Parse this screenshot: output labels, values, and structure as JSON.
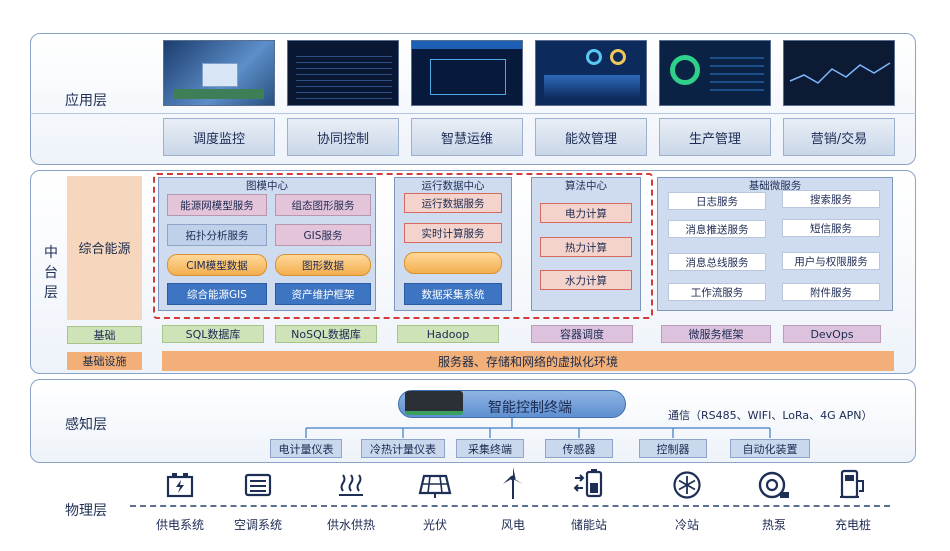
{
  "layers": {
    "app": "应用层",
    "middle": "中台层",
    "middle_lines": [
      "中",
      "台",
      "层"
    ],
    "sensing": "感知层",
    "physical": "物理层"
  },
  "apps": [
    "调度监控",
    "协同控制",
    "智慧运维",
    "能效管理",
    "生产管理",
    "营销/交易"
  ],
  "middle": {
    "section_label": "综合能源",
    "tuomo": {
      "title": "图模中心",
      "items": [
        "能源网模型服务",
        "组态图形服务",
        "拓扑分析服务",
        "GIS服务",
        "CIM模型数据",
        "图形数据",
        "综合能源GIS",
        "资产维护框架"
      ]
    },
    "runtime": {
      "title": "运行数据中心",
      "items": [
        "运行数据服务",
        "实时计算服务",
        "",
        "数据采集系统"
      ]
    },
    "algo": {
      "title": "算法中心",
      "items": [
        "电力计算",
        "热力计算",
        "水力计算"
      ]
    },
    "micro": {
      "title": "基础微服务",
      "items": [
        "日志服务",
        "搜索服务",
        "消息推送服务",
        "短信服务",
        "消息总线服务",
        "用户与权限服务",
        "工作流服务",
        "附件服务"
      ]
    },
    "base_label": "基础",
    "base_items": [
      "SQL数据库",
      "NoSQL数据库",
      "Hadoop",
      "容器调度",
      "微服务框架",
      "DevOps"
    ],
    "infra_label": "基础设施",
    "infra_text": "服务器、存储和网络的虚拟化环境"
  },
  "sensing": {
    "terminal": "智能控制终端",
    "comm": "通信（RS485、WIFI、LoRa、4G APN）",
    "devices": [
      "电计量仪表",
      "冷热计量仪表",
      "采集终端",
      "传感器",
      "控制器",
      "自动化装置"
    ]
  },
  "physical": {
    "items": [
      {
        "label": "供电系统",
        "icon": "battery-icon"
      },
      {
        "label": "空调系统",
        "icon": "air-conditioner-icon"
      },
      {
        "label": "供水供热",
        "icon": "heat-icon"
      },
      {
        "label": "光伏",
        "icon": "solar-panel-icon"
      },
      {
        "label": "风电",
        "icon": "wind-turbine-icon"
      },
      {
        "label": "储能站",
        "icon": "energy-storage-icon"
      },
      {
        "label": "冷站",
        "icon": "snowflake-icon"
      },
      {
        "label": "热泵",
        "icon": "heat-pump-icon"
      },
      {
        "label": "充电桩",
        "icon": "charging-pile-icon"
      }
    ]
  },
  "colors": {
    "layer_border": "#8aa3c6",
    "dashed_red": "#d23a3a",
    "infra_orange": "#f2b078",
    "accent_blue": "#3d75c2"
  }
}
